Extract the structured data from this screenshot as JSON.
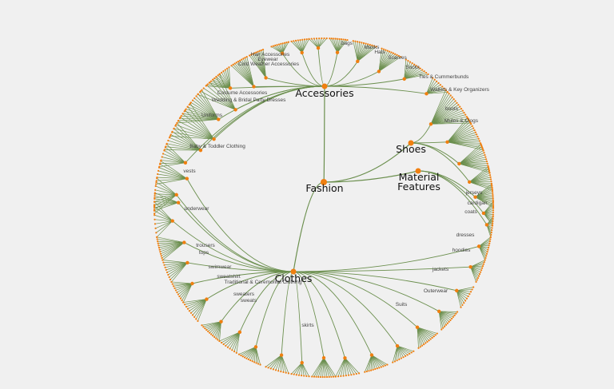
{
  "diagram": {
    "type": "radial-tree",
    "link_color": "#6b8f4e",
    "node_color": "#f07f10",
    "leaf_color": "#f07f10",
    "root": {
      "name": "Fashion"
    },
    "categories": [
      {
        "name": "Accessories",
        "lines": [
          "Accessories"
        ]
      },
      {
        "name": "Shoes",
        "lines": [
          "Shoes"
        ]
      },
      {
        "name": "Material Features",
        "lines": [
          "Material",
          "Features"
        ]
      },
      {
        "name": "Clothes",
        "lines": [
          "Clothes"
        ]
      }
    ],
    "labels": [
      "Hair Accessories",
      "Eyewear",
      "Cold Weather Accessories",
      "Costume Accessories",
      "Wedding & Bridal Party Dresses",
      "Uniforms",
      "Baby & Toddler Clothing",
      "vests",
      "underwear",
      "trousers",
      "tops",
      "swimwear",
      "sweatshirt",
      "Traditional & Ceremonial Clothing",
      "sweaters",
      "sweats",
      "skirts",
      "Masks",
      "Hats",
      "Scarves",
      "Socks",
      "Ties & Cummerbunds",
      "Wallets & Key Organizers",
      "boots",
      "Mules & Clogs",
      "jerseys",
      "cardigan",
      "coats",
      "dresses",
      "hoodies",
      "jackets",
      "Outerwear",
      "Suits",
      "bags"
    ]
  }
}
